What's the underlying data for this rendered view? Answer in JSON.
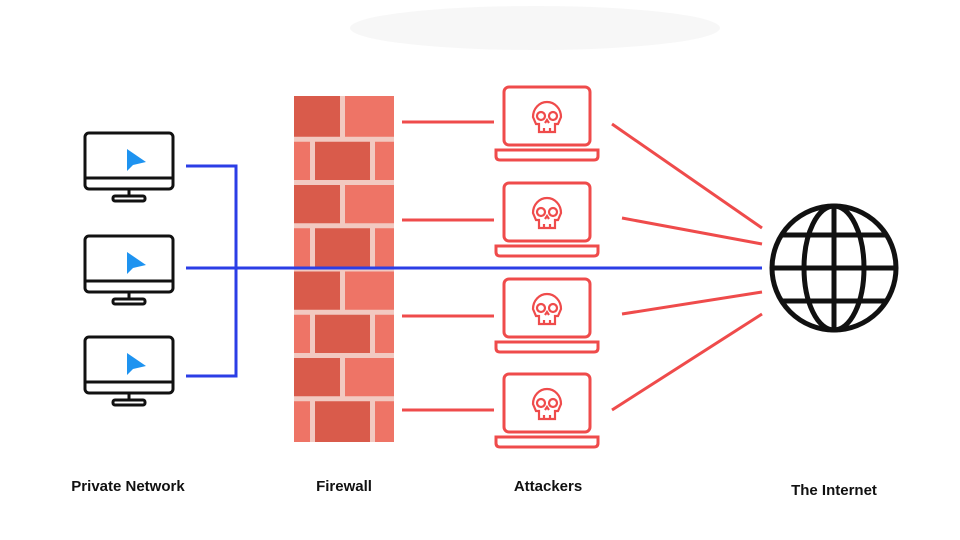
{
  "captions": {
    "private_network": "Private Network",
    "firewall": "Firewall",
    "attackers": "Attackers",
    "internet": "The Internet"
  },
  "icons": {
    "computer": "desktop-monitor-icon",
    "cursor": "cursor-arrow-icon",
    "attacker": "laptop-skull-icon",
    "internet": "globe-icon"
  },
  "colors": {
    "private_link": "#2b3ee6",
    "attack_link": "#ef4b4b",
    "brick_light": "#ee7466",
    "brick_dark": "#d95b4b",
    "mortar": "#f2c9c1",
    "outline": "#111111",
    "cursor": "#1e93f0"
  },
  "counts": {
    "private_computers": 3,
    "attackers": 4
  }
}
